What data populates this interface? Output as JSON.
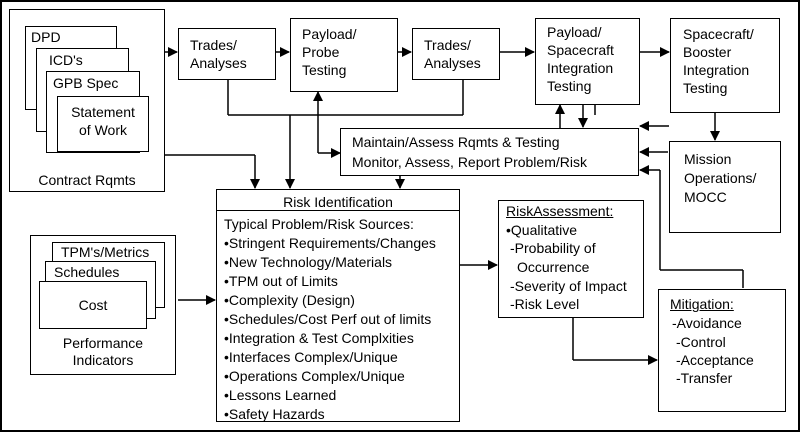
{
  "contract": {
    "dpd": "DPD",
    "icds": "ICD's",
    "gpb_spec": "GPB Spec",
    "sow_line1": "Statement",
    "sow_line2": "of Work",
    "caption": "Contract Rqmts"
  },
  "flow": {
    "trades1_l1": "Trades/",
    "trades1_l2": "Analyses",
    "payload_probe_l1": "Payload/",
    "payload_probe_l2": "Probe",
    "payload_probe_l3": "Testing",
    "trades2_l1": "Trades/",
    "trades2_l2": "Analyses",
    "payload_sc_l1": "Payload/",
    "payload_sc_l2": "Spacecraft",
    "payload_sc_l3": "Integration",
    "payload_sc_l4": "Testing",
    "sc_booster_l1": "Spacecraft/",
    "sc_booster_l2": "Booster",
    "sc_booster_l3": "Integration",
    "sc_booster_l4": "Testing"
  },
  "maintain": {
    "line1": "Maintain/Assess Rqmts & Testing",
    "line2": "Monitor, Assess, Report Problem/Risk"
  },
  "mission_ops": {
    "line1": "Mission",
    "line2": "Operations/",
    "line3": "MOCC"
  },
  "risk_id": {
    "title": "Risk Identification",
    "subtitle": "Typical Problem/Risk Sources:",
    "items": [
      "•Stringent Requirements/Changes",
      "•New Technology/Materials",
      "•TPM out of Limits",
      "•Complexity (Design)",
      "•Schedules/Cost Perf out of limits",
      "•Integration & Test Complxities",
      "•Interfaces Complex/Unique",
      "•Operations Complex/Unique",
      "•Lessons Learned",
      "•Safety Hazards"
    ]
  },
  "performance": {
    "tpms": "TPM's/Metrics",
    "schedules": "Schedules",
    "cost": "Cost",
    "caption_l1": "Performance",
    "caption_l2": "Indicators"
  },
  "risk_assessment": {
    "title": "RiskAssessment:",
    "items": [
      "•Qualitative",
      "-Probability of",
      "Occurrence",
      "-Severity of Impact",
      "-Risk Level"
    ]
  },
  "mitigation": {
    "title": "Mitigation:",
    "items": [
      "-Avoidance",
      "-Control",
      "-Acceptance",
      "-Transfer"
    ]
  }
}
